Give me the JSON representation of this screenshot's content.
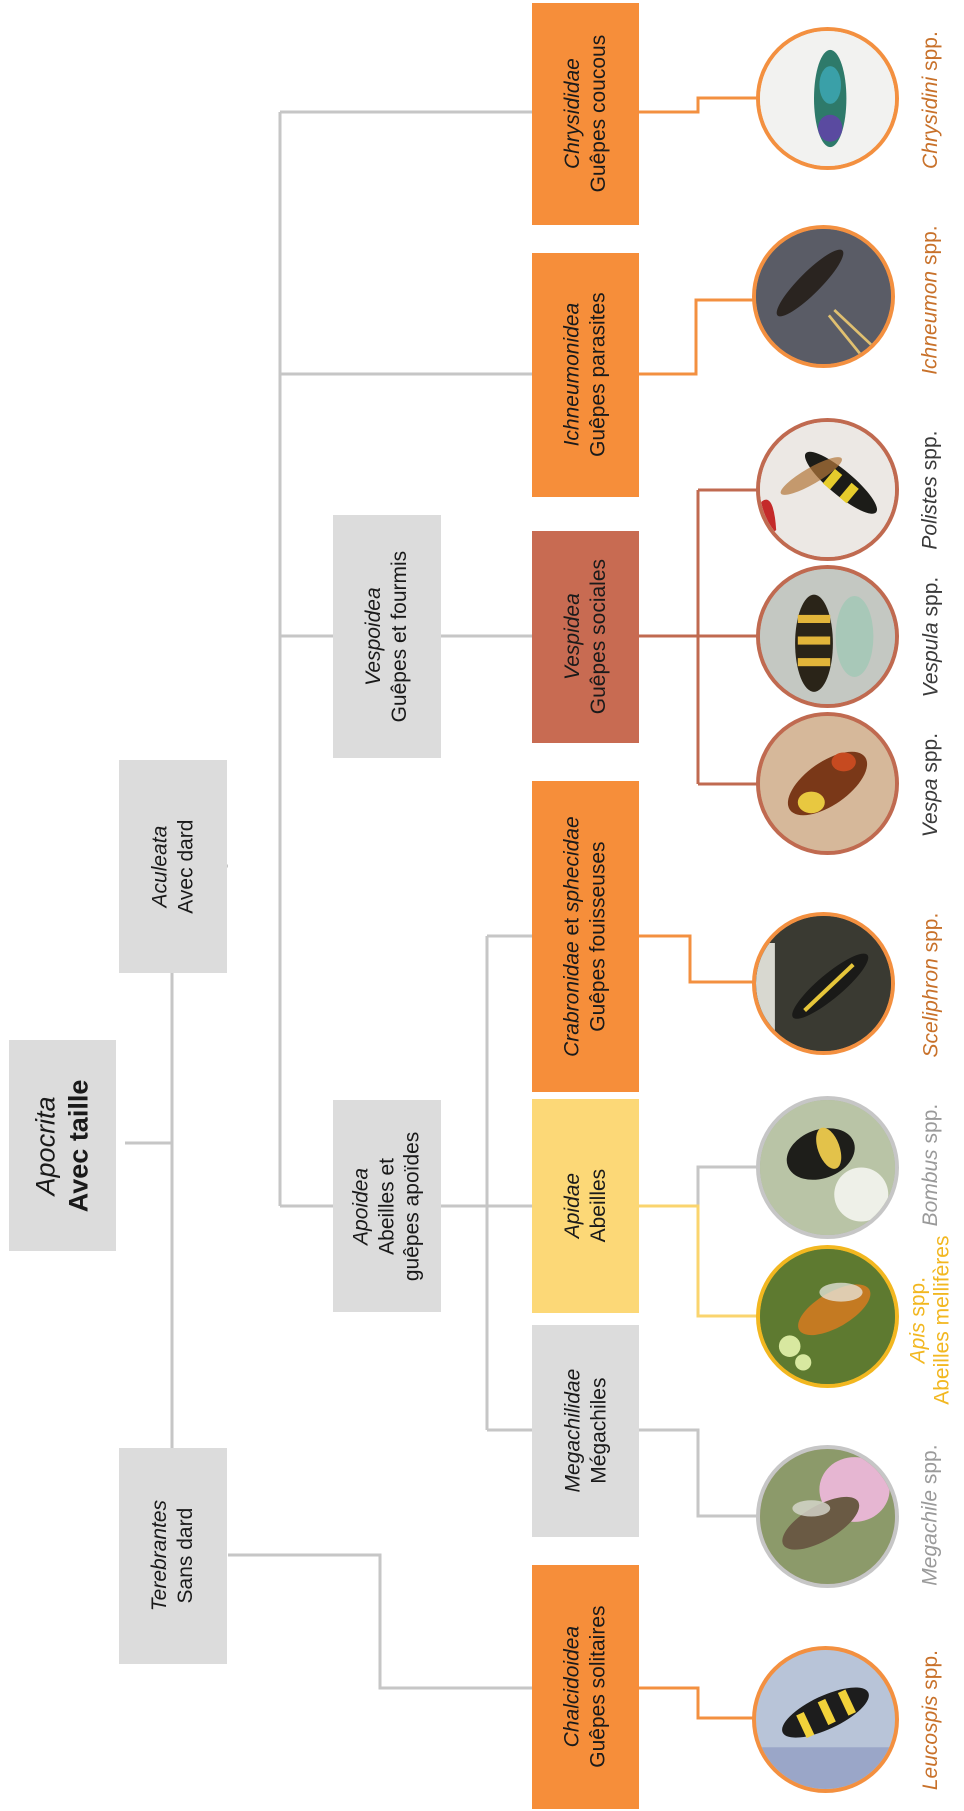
{
  "colors": {
    "gray_box": "#dcdcdc",
    "orange_box": "#f68e3a",
    "yellow_box": "#fcd877",
    "brick_box": "#c86b52",
    "line_gray": "#c6c6c6",
    "line_orange": "#f39040",
    "line_yellow": "#fad46e",
    "line_brick": "#c06a50",
    "label_orange": "#c8712a",
    "label_gray": "#9a9a9a",
    "label_yellow": "#f2b720",
    "label_dark": "#3a3a3a"
  },
  "nodes": {
    "apocrita": {
      "latin": "Apocrita",
      "common": "Avec taille"
    },
    "terebrantes": {
      "latin": "Terebrantes",
      "common": "Sans dard"
    },
    "aculeata": {
      "latin": "Aculeata",
      "common": "Avec dard"
    },
    "apoidea": {
      "latin": "Apoidea",
      "common1": "Abeilles et",
      "common2": "guêpes apoïdes"
    },
    "vespoidea": {
      "latin": "Vespoidea",
      "common": "Guêpes et fourmis"
    },
    "chalcidoidea": {
      "latin": "Chalcidoidea",
      "common": "Guêpes solitaires"
    },
    "megachilidae": {
      "latin": "Megachilidae",
      "common": "Mégachiles"
    },
    "apidae": {
      "latin": "Apidae",
      "common": "Abeilles"
    },
    "crabronidae": {
      "latin1": "Crabronidae",
      "connector": "et",
      "latin2": "sphecidae",
      "common": "Guêpes fouisseuses"
    },
    "vespidea": {
      "latin": "Vespidea",
      "common": "Guêpes sociales"
    },
    "ichneumonidea": {
      "latin": "Ichneumonidea",
      "common": "Guêpes parasites"
    },
    "chrysididae": {
      "latin": "Chrysididae",
      "common": "Guêpes coucous"
    }
  },
  "species": {
    "leucospis": {
      "genus": "Leucospis",
      "suffix": " spp."
    },
    "megachile": {
      "genus": "Megachile",
      "suffix": " spp."
    },
    "apis": {
      "genus": "Apis",
      "suffix": " spp.",
      "note": "Abeilles mellifères"
    },
    "bombus": {
      "genus": "Bombus",
      "suffix": " spp."
    },
    "sceliphron": {
      "genus": "Sceliphron",
      "suffix": " spp."
    },
    "vespa": {
      "genus": "Vespa",
      "suffix": " spp."
    },
    "vespula": {
      "genus": "Vespula",
      "suffix": " spp."
    },
    "polistes": {
      "genus": "Polistes",
      "suffix": " spp."
    },
    "ichneumon": {
      "genus": "Ichneumon",
      "suffix": " spp."
    },
    "chrysidini": {
      "genus": "Chrysidini",
      "suffix": " spp."
    }
  },
  "photo_icons": [
    "leucospis-photo",
    "megachile-photo",
    "apis-photo",
    "bombus-photo",
    "sceliphron-photo",
    "vespa-photo",
    "vespula-photo",
    "polistes-photo",
    "ichneumon-photo",
    "chrysidini-photo"
  ]
}
